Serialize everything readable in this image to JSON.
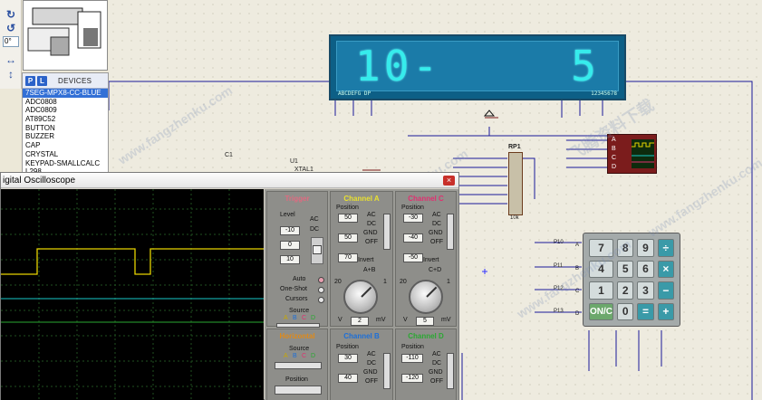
{
  "toolbar": {
    "rotation_value": "0°"
  },
  "device_panel": {
    "p_label": "P",
    "l_label": "L",
    "title": "DEVICES",
    "items": [
      {
        "label": "7SEG-MPX8-CC-BLUE",
        "selected": true
      },
      {
        "label": "ADC0808"
      },
      {
        "label": "ADC0809"
      },
      {
        "label": "AT89C52"
      },
      {
        "label": "BUTTON"
      },
      {
        "label": "BUZZER"
      },
      {
        "label": "CAP"
      },
      {
        "label": "CRYSTAL"
      },
      {
        "label": "KEYPAD-SMALLCALC"
      },
      {
        "label": "L298"
      }
    ]
  },
  "display": {
    "left_text": "10-",
    "right_text": "5",
    "left_pins": "ABCDEFG DP",
    "right_pins": "12345678"
  },
  "schematic": {
    "rp1": "RP1",
    "c1": "C1",
    "u1": "U1",
    "xtal": "XTAL1",
    "rp1_sub": "10k"
  },
  "keypad": {
    "keys": [
      "7",
      "8",
      "9",
      "÷",
      "4",
      "5",
      "6",
      "×",
      "1",
      "2",
      "3",
      "−",
      "ON/C",
      "0",
      "=",
      "+"
    ],
    "row_labels": [
      "A",
      "B",
      "C",
      "D"
    ],
    "row_pins": [
      "P10",
      "P11",
      "P12",
      "P13"
    ]
  },
  "scope_icon": {
    "pins": [
      "A",
      "B",
      "C",
      "D"
    ]
  },
  "oscilloscope": {
    "title": "igital Oscilloscope",
    "close": "×",
    "trigger": {
      "title": "Trigger",
      "level": "Level",
      "level_top": "-10",
      "level_bottom": "10",
      "level_mid": "0",
      "options": [
        "AC",
        "DC"
      ],
      "auto": "Auto",
      "oneshot": "One-Shot",
      "cursors": "Cursors",
      "source": "Source",
      "source_opts": [
        "A",
        "B",
        "C",
        "D"
      ]
    },
    "channel_a": {
      "title": "Channel A",
      "position": "Position",
      "pos_top": "50",
      "pos_mid": "50",
      "pos_bottom": "70",
      "options": [
        "AC",
        "DC",
        "GND",
        "OFF"
      ],
      "invert": "Invert",
      "aplusb": "A+B",
      "knob_val": "2",
      "unit_v": "V",
      "unit_mv": "mV",
      "scale_left": "20",
      "scale_right": "1"
    },
    "channel_c": {
      "title": "Channel C",
      "position": "Position",
      "pos_top": "-30",
      "pos_mid": "-40",
      "pos_bottom": "-50",
      "options": [
        "AC",
        "DC",
        "GND",
        "OFF"
      ],
      "invert": "Invert",
      "cplusd": "C+D",
      "knob_val": "5",
      "unit_v": "V",
      "unit_mv": "mV",
      "scale_left": "20",
      "scale_right": "1"
    },
    "horizontal": {
      "title": "Horizontal",
      "source": "Source",
      "source_opts": [
        "A",
        "B",
        "C",
        "D"
      ],
      "position": "Position"
    },
    "channel_b": {
      "title": "Channel B",
      "position": "Position",
      "pos_top": "30",
      "pos_mid": "40",
      "options": [
        "AC",
        "DC",
        "GND",
        "OFF"
      ]
    },
    "channel_d": {
      "title": "Channel D",
      "position": "Position",
      "pos_top": "-110",
      "pos_mid": "-120",
      "options": [
        "AC",
        "DC",
        "GND",
        "OFF"
      ]
    }
  },
  "watermarks": {
    "text1": "飞腾资料下载",
    "text2": "www.fangzhenku.com"
  },
  "colors": {
    "segment": "#36ecec",
    "trace_yellow": "#e8d400",
    "trace_cyan": "#18c8c8",
    "channel_a": "#e8e030",
    "channel_b": "#1d6fd8",
    "channel_c": "#e03070",
    "channel_d": "#2aa832",
    "trigger": "#e06a80",
    "horizontal": "#e08a18"
  }
}
